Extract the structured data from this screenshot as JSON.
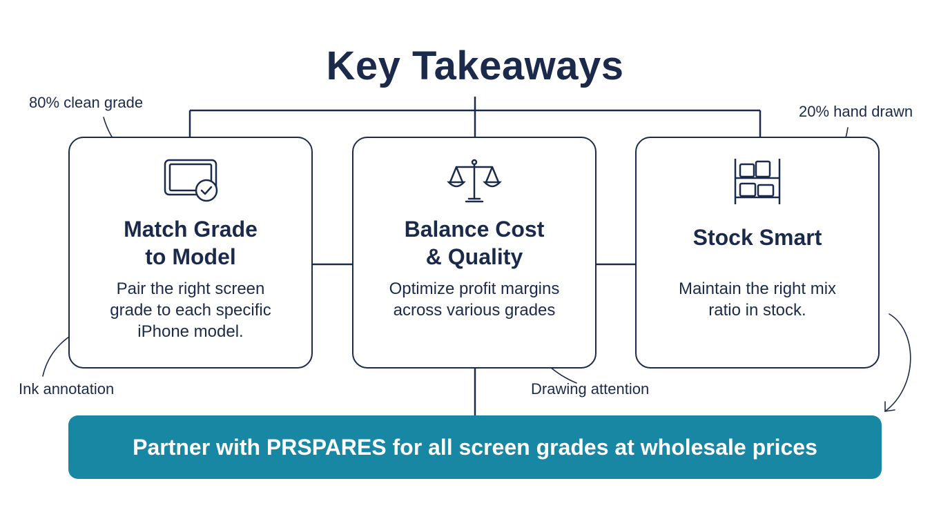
{
  "title": "Key Takeaways",
  "cards": [
    {
      "title_line1": "Match Grade",
      "title_line2": "to Model",
      "body_line1": "Pair the right screen",
      "body_line2": "grade to each specific",
      "body_line3": "iPhone model.",
      "icon": "tablet-check-icon"
    },
    {
      "title_line1": "Balance Cost",
      "title_line2": "& Quality",
      "body_line1": "Optimize profit margins",
      "body_line2": "across various grades",
      "icon": "balance-scale-icon"
    },
    {
      "title_line1": "Stock Smart",
      "body_line1": "Maintain the right mix",
      "body_line2": "ratio in stock.",
      "icon": "warehouse-shelf-icon"
    }
  ],
  "annotations": {
    "clean_grade": "80% clean grade",
    "hand_drawn": "20% hand drawn",
    "ink": "Ink annotation",
    "attention": "Drawing attention"
  },
  "banner": {
    "text": "Partner with PRSPARES for all screen grades at wholesale prices"
  },
  "colors": {
    "navy": "#1b2a4a",
    "teal": "#1787a4",
    "underline": "#c67c1c"
  }
}
